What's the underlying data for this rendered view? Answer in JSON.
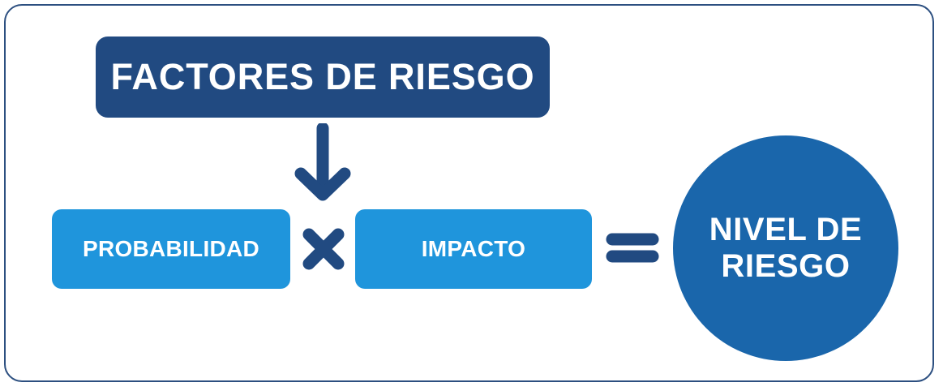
{
  "diagram": {
    "title": "Factores de Riesgo",
    "frame": {
      "border_color": "#2c4f80"
    },
    "colors": {
      "dark_blue": "#214a81",
      "light_blue": "#1f95dc",
      "circle_blue": "#1a66ab",
      "text_white": "#ffffff"
    },
    "nodes": {
      "factores": {
        "label": "FACTORES DE RIESGO",
        "shape": "rounded-rectangle",
        "fill": "#214a81"
      },
      "probabilidad": {
        "label": "PROBABILIDAD",
        "shape": "rounded-rectangle",
        "fill": "#1f95dc"
      },
      "impacto": {
        "label": "IMPACTO",
        "shape": "rounded-rectangle",
        "fill": "#1f95dc"
      },
      "nivel_de_riesgo": {
        "label": "NIVEL DE\nRIESGO",
        "shape": "circle",
        "fill": "#1a66ab"
      }
    },
    "operators": {
      "arrow_down": {
        "icon": "arrow-down-icon",
        "color": "#214a81"
      },
      "multiply": {
        "icon": "multiply-icon",
        "symbol": "×",
        "color": "#214a81"
      },
      "equals": {
        "icon": "equals-icon",
        "symbol": "=",
        "color": "#214a81"
      }
    },
    "formula": "FACTORES DE RIESGO → PROBABILIDAD × IMPACTO = NIVEL DE RIESGO"
  }
}
